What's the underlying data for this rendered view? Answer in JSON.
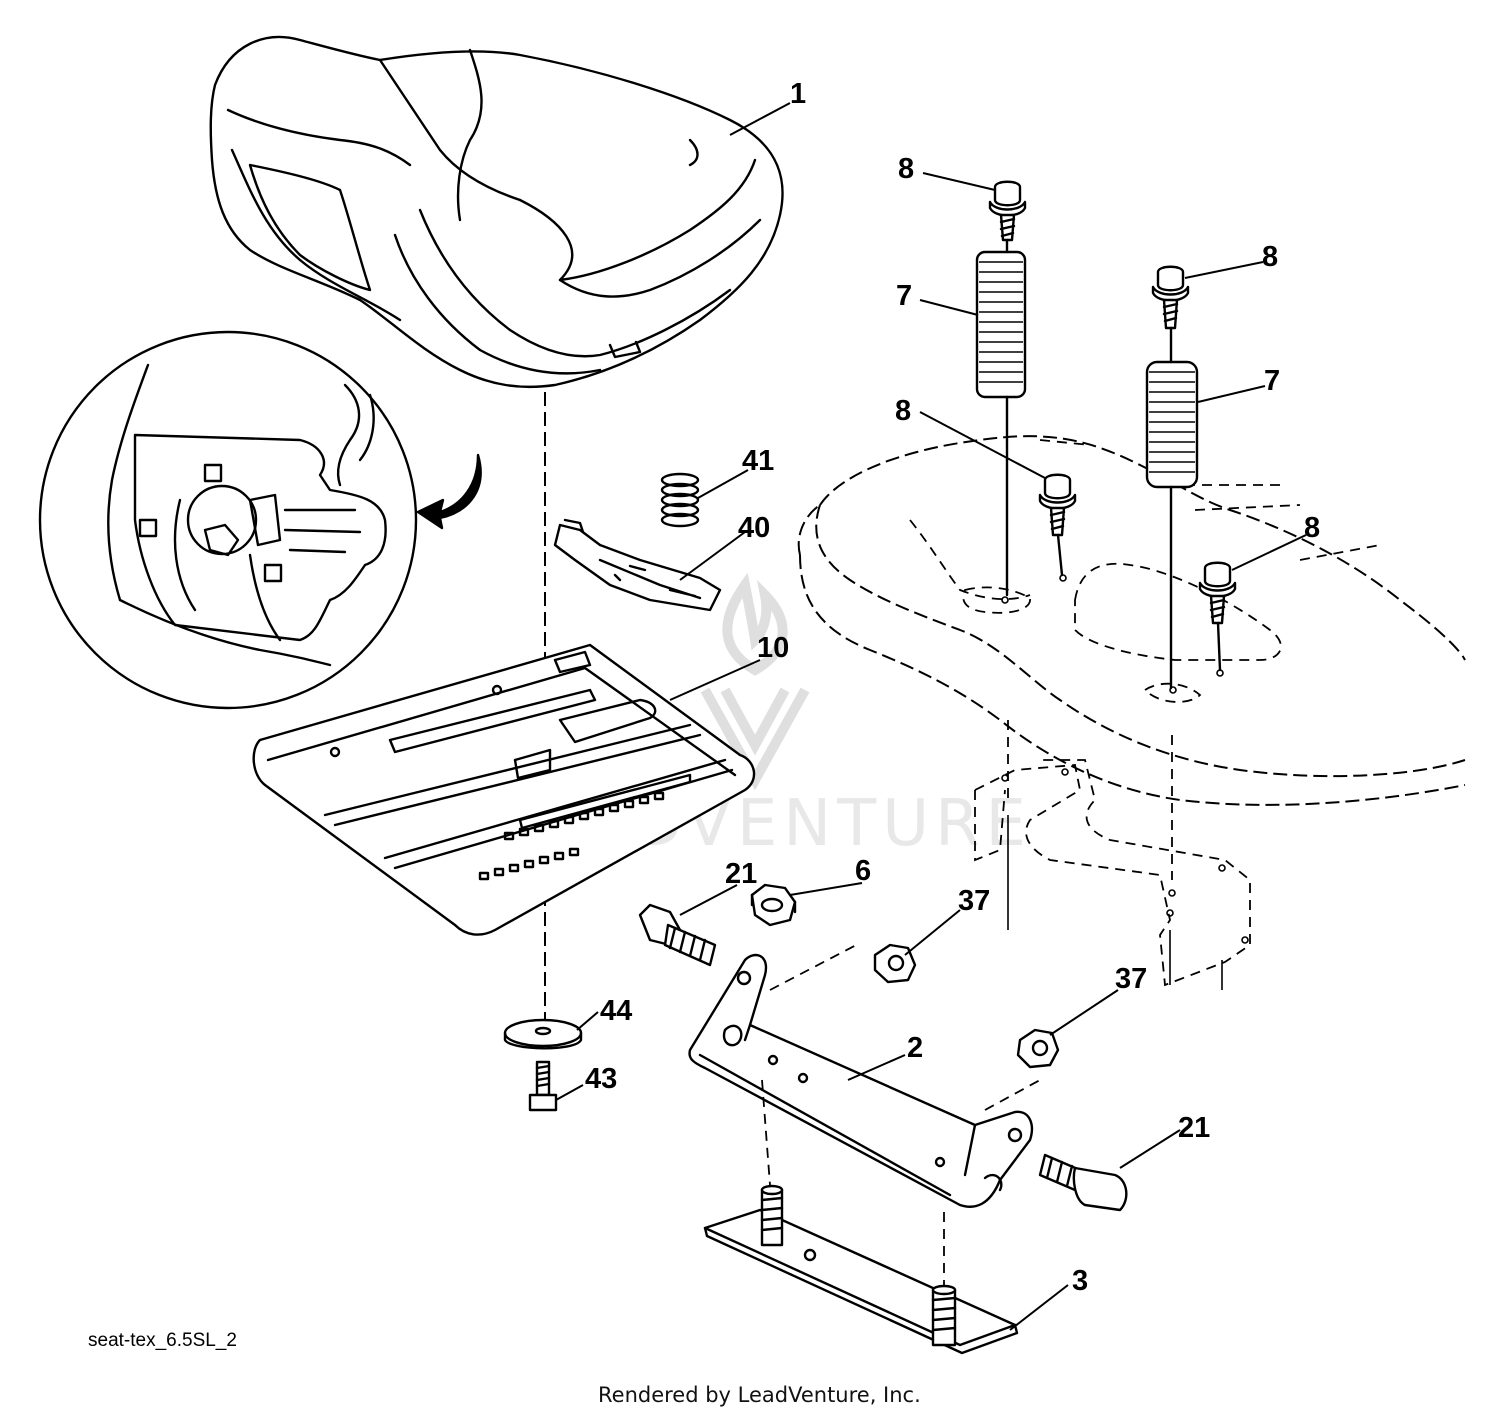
{
  "diagram": {
    "callouts": [
      {
        "id": "1",
        "label": "1"
      },
      {
        "id": "8a",
        "label": "8"
      },
      {
        "id": "8b",
        "label": "8"
      },
      {
        "id": "8c",
        "label": "8"
      },
      {
        "id": "8d",
        "label": "8"
      },
      {
        "id": "7a",
        "label": "7"
      },
      {
        "id": "7b",
        "label": "7"
      },
      {
        "id": "41",
        "label": "41"
      },
      {
        "id": "40",
        "label": "40"
      },
      {
        "id": "10",
        "label": "10"
      },
      {
        "id": "21a",
        "label": "21"
      },
      {
        "id": "21b",
        "label": "21"
      },
      {
        "id": "6",
        "label": "6"
      },
      {
        "id": "37a",
        "label": "37"
      },
      {
        "id": "37b",
        "label": "37"
      },
      {
        "id": "44",
        "label": "44"
      },
      {
        "id": "43",
        "label": "43"
      },
      {
        "id": "2",
        "label": "2"
      },
      {
        "id": "3",
        "label": "3"
      }
    ],
    "caption": "seat-tex_6.5SL_2",
    "footer": "Rendered by LeadVenture, Inc.",
    "watermark": "LEADVENTURE"
  }
}
